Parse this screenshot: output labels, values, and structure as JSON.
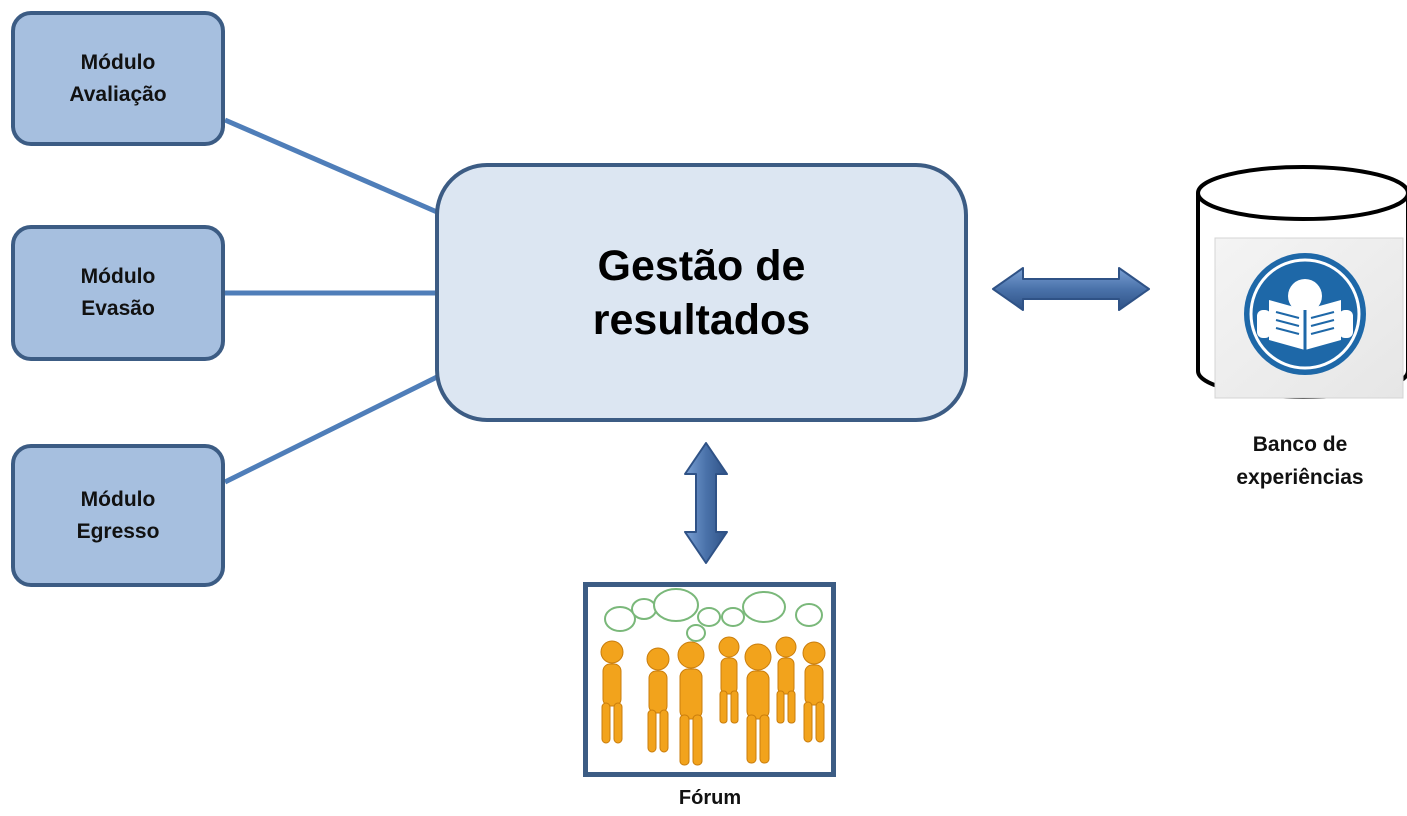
{
  "modules": [
    {
      "lines": [
        "Módulo",
        "Avaliação"
      ]
    },
    {
      "lines": [
        "Módulo",
        "Evasão"
      ]
    },
    {
      "lines": [
        "Módulo",
        "Egresso"
      ]
    }
  ],
  "center": {
    "lines": [
      "Gestão de",
      "resultados"
    ]
  },
  "forum": {
    "label": "Fórum",
    "image": "people-discussion-speech-bubbles"
  },
  "database": {
    "lines": [
      "Banco de",
      "experiências"
    ],
    "icon": "reading-book-icon"
  },
  "colors": {
    "module_fill": "#a6bfdf",
    "box_border": "#3c5c84",
    "center_fill": "#dce6f2",
    "connector": "#4f7eb9",
    "arrow_fill": "#4a6fa5",
    "figure_orange": "#f2a31c",
    "icon_blue": "#1e68a8"
  }
}
